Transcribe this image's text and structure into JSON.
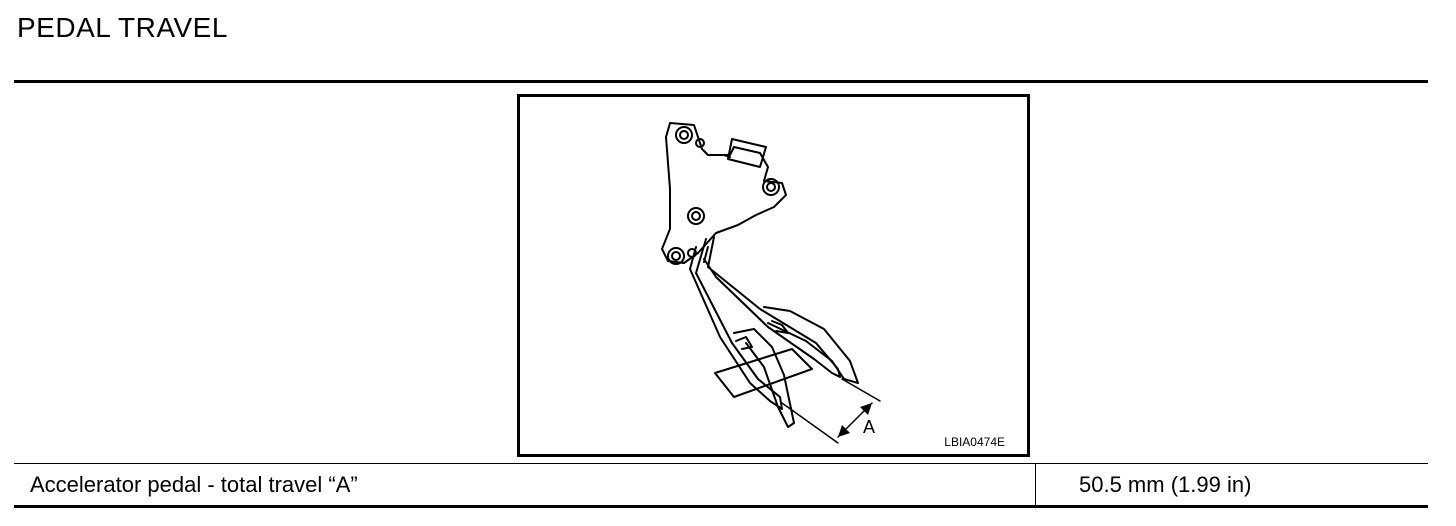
{
  "section": {
    "title": "PEDAL TRAVEL"
  },
  "figure": {
    "code": "LBIA0474E",
    "dimension_label": "A"
  },
  "spec": {
    "label": "Accelerator pedal - total travel “A”",
    "value": "50.5 mm (1.99 in)"
  }
}
